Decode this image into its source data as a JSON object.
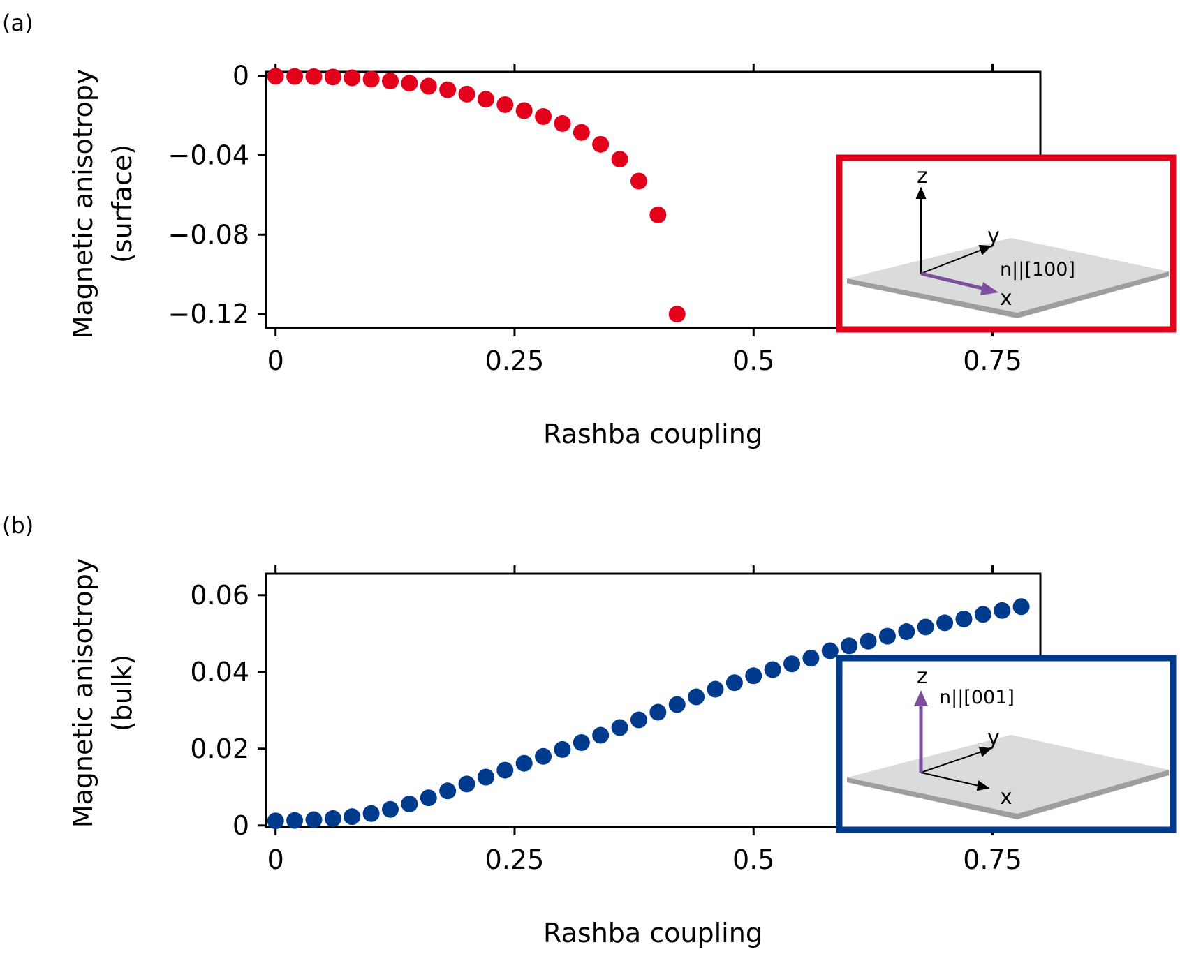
{
  "panels": [
    {
      "panel_label": "(a)",
      "ylabel_line1": "Magnetic anisotropy",
      "ylabel_line2": "(surface)",
      "inset": {
        "border_color": "#e3001b",
        "axis_labels": {
          "z": "z",
          "y": "y",
          "x": "x"
        },
        "n_label": "n||[100]",
        "n_direction": "x",
        "arrow_color": "#7b4f9d"
      }
    },
    {
      "panel_label": "(b)",
      "ylabel_line1": "Magnetic anisotropy",
      "ylabel_line2": "(bulk)",
      "inset": {
        "border_color": "#003a8c",
        "axis_labels": {
          "z": "z",
          "y": "y",
          "x": "x"
        },
        "n_label": "n||[001]",
        "n_direction": "z",
        "arrow_color": "#7b4f9d"
      }
    }
  ],
  "chart_data": [
    {
      "type": "scatter",
      "xlabel": "Rashba coupling",
      "ylabel": "Magnetic anisotropy (surface)",
      "xlim": [
        -0.01,
        0.8
      ],
      "ylim": [
        -0.127,
        0.002
      ],
      "xticks": [
        0,
        0.25,
        0.5,
        0.75
      ],
      "xtick_labels": [
        "0",
        "0.25",
        "0.5",
        "0.75"
      ],
      "yticks": [
        0,
        -0.04,
        -0.08,
        -0.12
      ],
      "ytick_labels": [
        "0",
        "−0.04",
        "−0.08",
        "−0.12"
      ],
      "marker_color": "#e3001b",
      "series": [
        {
          "x": [
            0,
            0.02,
            0.04,
            0.06,
            0.08,
            0.1,
            0.12,
            0.14,
            0.16,
            0.18,
            0.2,
            0.22,
            0.24,
            0.26,
            0.28,
            0.3,
            0.32,
            0.34,
            0.36,
            0.38,
            0.4,
            0.42
          ],
          "y": [
            -0.0002,
            -0.0003,
            -0.0004,
            -0.0006,
            -0.001,
            -0.0017,
            -0.0026,
            -0.0037,
            -0.0052,
            -0.007,
            -0.0092,
            -0.0118,
            -0.0145,
            -0.0175,
            -0.0205,
            -0.024,
            -0.0285,
            -0.0345,
            -0.042,
            -0.053,
            -0.07,
            -0.12
          ]
        }
      ],
      "grid": false
    },
    {
      "type": "scatter",
      "xlabel": "Rashba coupling",
      "ylabel": "Magnetic anisotropy (bulk)",
      "xlim": [
        -0.01,
        0.8
      ],
      "ylim": [
        -0.0004,
        0.0656
      ],
      "xticks": [
        0,
        0.25,
        0.5,
        0.75
      ],
      "xtick_labels": [
        "0",
        "0.25",
        "0.5",
        "0.75"
      ],
      "yticks": [
        0,
        0.02,
        0.04,
        0.06
      ],
      "ytick_labels": [
        "0",
        "0.02",
        "0.04",
        "0.06"
      ],
      "marker_color": "#003a8c",
      "series": [
        {
          "x": [
            0,
            0.02,
            0.04,
            0.06,
            0.08,
            0.1,
            0.12,
            0.14,
            0.16,
            0.18,
            0.2,
            0.22,
            0.24,
            0.26,
            0.28,
            0.3,
            0.32,
            0.34,
            0.36,
            0.38,
            0.4,
            0.42,
            0.44,
            0.46,
            0.48,
            0.5,
            0.52,
            0.54,
            0.56,
            0.58,
            0.6,
            0.62,
            0.64,
            0.66,
            0.68,
            0.7,
            0.72,
            0.74,
            0.76,
            0.78
          ],
          "y": [
            0.0012,
            0.0013,
            0.0015,
            0.0018,
            0.0023,
            0.0031,
            0.0042,
            0.0056,
            0.0072,
            0.009,
            0.0108,
            0.0126,
            0.0144,
            0.0162,
            0.018,
            0.0198,
            0.0216,
            0.0235,
            0.0255,
            0.0275,
            0.0295,
            0.0315,
            0.0335,
            0.0355,
            0.0372,
            0.039,
            0.0406,
            0.0421,
            0.0436,
            0.0455,
            0.0468,
            0.048,
            0.0493,
            0.0505,
            0.0517,
            0.0528,
            0.0538,
            0.055,
            0.056,
            0.057
          ]
        }
      ],
      "grid": false
    }
  ]
}
